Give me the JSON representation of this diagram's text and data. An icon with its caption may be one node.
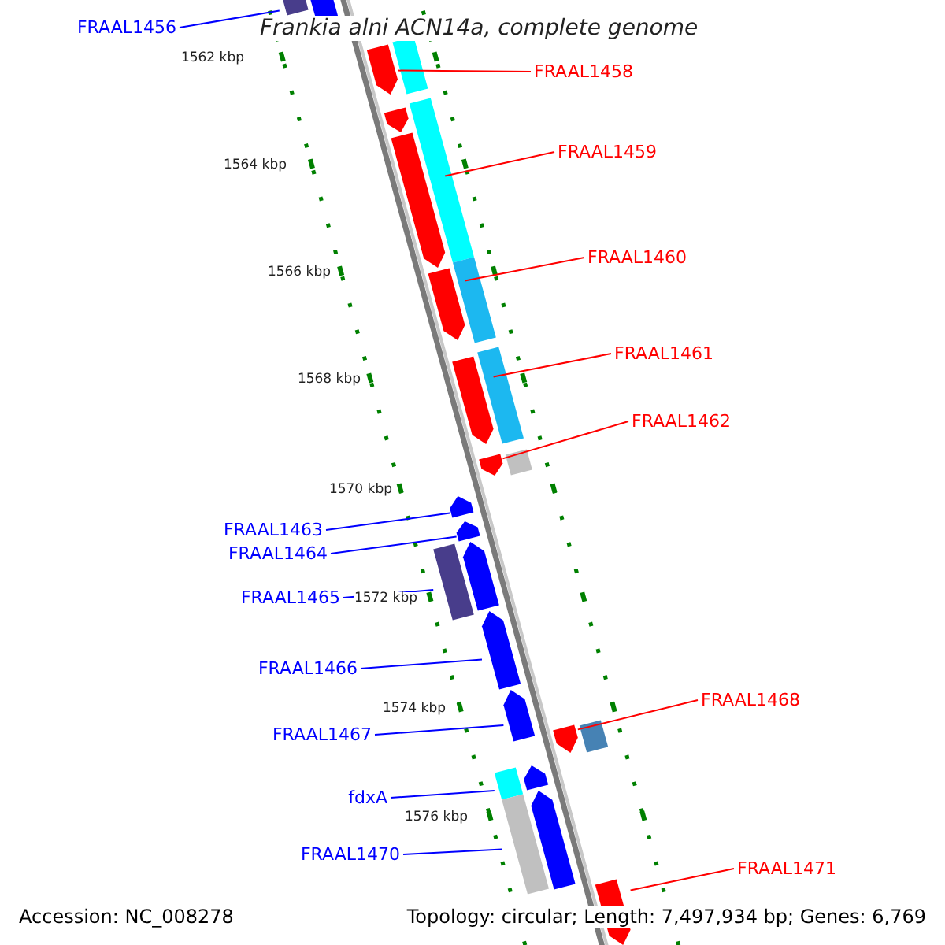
{
  "diagram": {
    "title": "Frankia alni ACN14a, complete genome",
    "nodes": [
      {
        "text": [
          "FRAAL1456"
        ]
      },
      {
        "text": [],
        "shape": "bar"
      },
      {
        "text": [
          "FRAAL1458"
        ]
      },
      {
        "text": [],
        "shape": "bar"
      },
      {
        "text": [
          "FRAAL1459"
        ]
      },
      {
        "text": [],
        "shape": "bar"
      },
      {
        "text": [
          "FRAAL1460"
        ]
      },
      {
        "text": [],
        "shape": "bar"
      },
      {
        "text": [
          "FRAAL1461"
        ]
      },
      {
        "text": [],
        "shape": "bar"
      },
      {
        "text": [
          "FRAAL1462"
        ]
      },
      {
        "text": [],
        "shape": "bar"
      },
      {
        "text": [
          "FRAAL1463"
        ]
      },
      {
        "text": [],
        "shape": "bar"
      },
      {
        "text": [
          "FRAAL1464"
        ]
      },
      {
        "text": [],
        "shape": "bar"
      },
      {
        "text": [
          "FRAAL1465"
        ]
      },
      {
        "text": [],
        "shape": "bar"
      },
      {
        "text": [
          "FRAAL1466"
        ]
      },
      {
        "text": [],
        "shape": "bar"
      },
      {
        "text": [
          "FRAAL1468"
        ]
      },
      {
        "text": [],
        "shape": "bar"
      },
      {
        "text": [
          "FRAAL1467"
        ]
      },
      {
        "text": [],
        "shape": "bar"
      },
      {
        "text": [
          "fdxA"
        ]
      },
      {
        "text": [],
        "shape": "bar"
      },
      {
        "text": [
          "FRAAL1470"
        ]
      },
      {
        "text": [],
        "shape": "bar"
      },
      {
        "text": [
          "FRAAL1471"
        ]
      },
      {
        "text": [],
        "shape": "bar"
      },
      {
        "text": [],
        "shape": "bar"
      },
      {
        "text": [],
        "shape": "bar"
      },
      {
        "text": [],
        "shape": "bar"
      },
      {
        "text": [],
        "shape": "bar"
      },
      {
        "text": [],
        "shape": "bar"
      },
      {
        "text": [],
        "shape": "bar"
      },
      {
        "text": [],
        "shape": "bar"
      },
      {
        "text": [],
        "shape": "bar"
      },
      {
        "text": [],
        "shape": "bar"
      },
      {
        "text": [],
        "shape": "bar"
      },
      {
        "text": [],
        "shape": "bar"
      }
    ],
    "edges": [
      {
        "from": 0,
        "to": 1,
        "arrow": "none"
      },
      {
        "from": 2,
        "to": 3,
        "arrow": "none",
        "color": "#ff0000"
      },
      {
        "from": 4,
        "to": 5,
        "arrow": "none",
        "color": "#ff0000"
      },
      {
        "from": 6,
        "to": 7,
        "arrow": "none",
        "color": "#ff0000"
      },
      {
        "from": 8,
        "to": 9,
        "arrow": "none",
        "color": "#ff0000"
      },
      {
        "from": 10,
        "to": 11,
        "arrow": "none",
        "color": "#ff0000"
      },
      {
        "from": 12,
        "to": 13,
        "arrow": "none"
      },
      {
        "from": 14,
        "to": 15,
        "arrow": "none"
      },
      {
        "from": 16,
        "to": 17,
        "arrow": "none"
      },
      {
        "from": 18,
        "to": 19,
        "arrow": "none"
      },
      {
        "from": 20,
        "to": 21,
        "arrow": "none",
        "color": "#ff0000"
      },
      {
        "from": 22,
        "to": 23,
        "arrow": "none"
      },
      {
        "from": 24,
        "to": 25,
        "arrow": "none"
      },
      {
        "from": 26,
        "to": 27,
        "arrow": "none"
      },
      {
        "from": 28,
        "to": 29,
        "arrow": "none",
        "color": "#ff0000"
      }
    ],
    "labels": [
      "1562 kbp",
      "1564 kbp",
      "1566 kbp",
      "1568 kbp",
      "1570 kbp",
      "1572 kbp",
      "1574 kbp",
      "1576 kbp",
      "Accession: NC_008278",
      "Topology: circular; Length: 7,497,934 bp; Genes: 6,769"
    ]
  }
}
